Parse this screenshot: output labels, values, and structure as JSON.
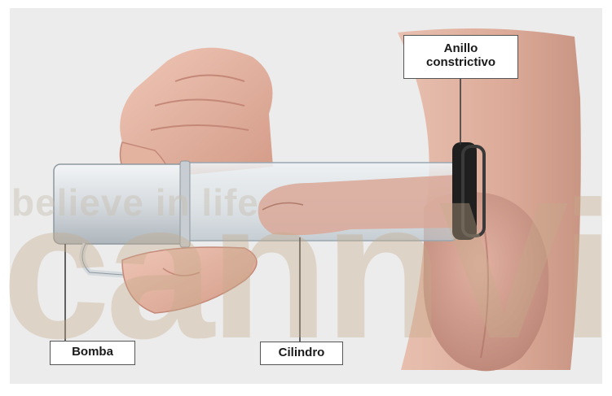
{
  "labels": {
    "anillo": "Anillo\nconstrictivo",
    "bomba": "Bomba",
    "cilindro": "Cilindro"
  },
  "watermark": {
    "small": "believe in life",
    "large": "cannVita"
  },
  "colors": {
    "background": "#ececec",
    "skin": "#e3b3a0",
    "skin_shadow": "#c98f80",
    "cylinder": "#d5dde3",
    "pump": "#cfd5d9",
    "ring": "#1f1f1f",
    "label_border": "#555555"
  }
}
